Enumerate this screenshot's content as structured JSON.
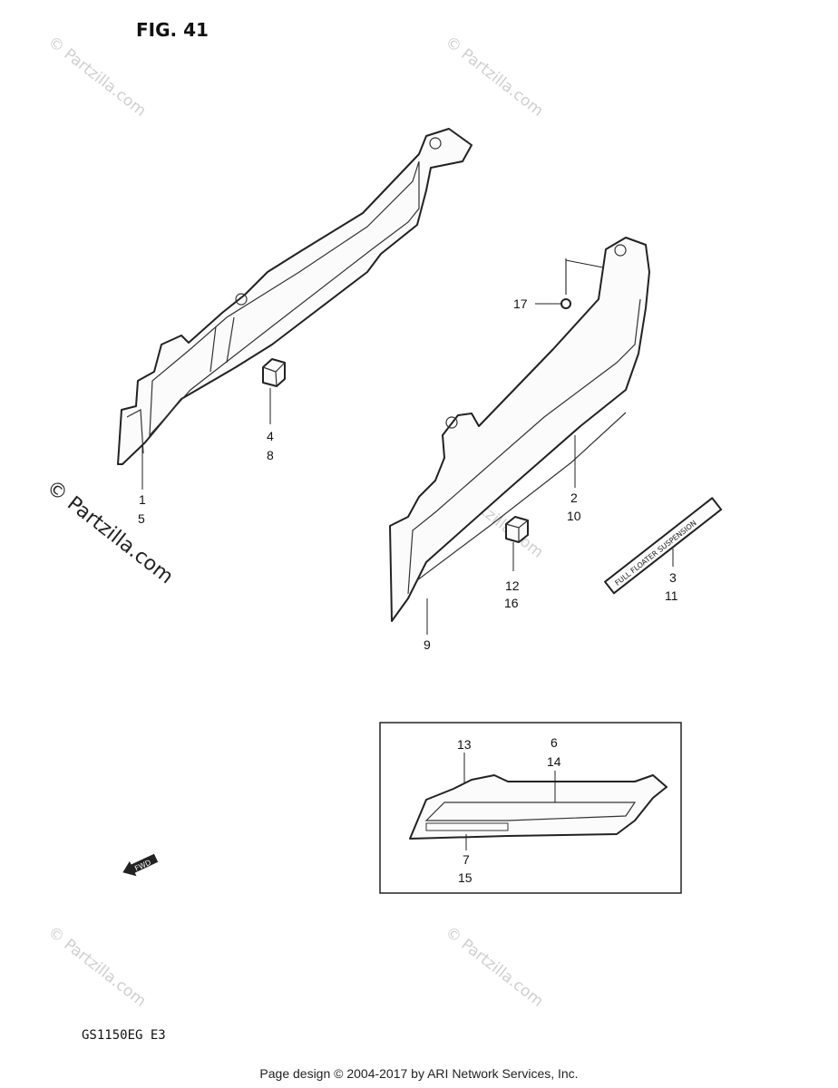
{
  "figure": {
    "title": "FIG. 41",
    "model_code": "GS1150EG E3"
  },
  "watermark": {
    "text": "© Partzilla.com"
  },
  "callouts": {
    "c1": "1",
    "c5": "5",
    "c4": "4",
    "c8": "8",
    "c2": "2",
    "c10": "10",
    "c17": "17",
    "c3": "3",
    "c11": "11",
    "c12": "12",
    "c16": "16",
    "c9": "9",
    "c13": "13",
    "c6": "6",
    "c14": "14",
    "c7": "7",
    "c15": "15"
  },
  "emblem_text": "FULL FLOATER SUSPENSION",
  "fwd_arrow_text": "FWD",
  "footer": {
    "copyright": "Page design © 2004-2017 by ARI Network Services, Inc."
  }
}
